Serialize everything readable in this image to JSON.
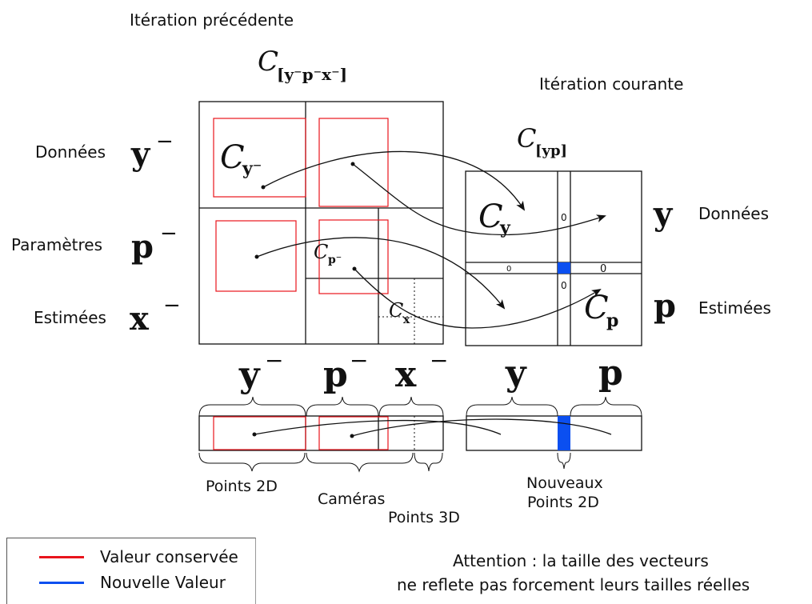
{
  "headers": {
    "previous_iteration": "Itération précédente",
    "current_iteration": "Itération courante"
  },
  "matrix_prev": {
    "title_main": "C",
    "title_sub": "[y⁻p⁻x⁻]",
    "block_y": "C",
    "block_y_sub": "y⁻",
    "block_p": "C",
    "block_p_sub": "p⁻",
    "block_x": "C",
    "block_x_sub": "x"
  },
  "matrix_curr": {
    "title_main": "C",
    "title_sub": "[yp]",
    "block_y": "C",
    "block_y_sub": "y",
    "block_p": "C",
    "block_p_sub": "p",
    "zero_top": "0",
    "zero_left": "0",
    "zero_right": "0",
    "zero_bottom": "0"
  },
  "left_labels": [
    {
      "text": "Données",
      "symbol": "y",
      "sup": "−"
    },
    {
      "text": "Paramètres",
      "symbol": "p",
      "sup": "−"
    },
    {
      "text": "Estimées",
      "symbol": "x",
      "sup": "−"
    }
  ],
  "right_labels": [
    {
      "text": "Données",
      "symbol": "y"
    },
    {
      "text": "Estimées",
      "symbol": "p"
    }
  ],
  "vector_prev_symbols": [
    {
      "symbol": "y",
      "sup": "−"
    },
    {
      "symbol": "p",
      "sup": "−"
    },
    {
      "symbol": "x",
      "sup": "−"
    }
  ],
  "vector_curr_symbols": [
    {
      "symbol": "y"
    },
    {
      "symbol": "p"
    }
  ],
  "brace_labels": {
    "points_2d": "Points 2D",
    "cameras": "Caméras",
    "points_3d": "Points 3D",
    "new_points_line1": "Nouveaux",
    "new_points_line2": "Points 2D"
  },
  "legend": {
    "items": [
      {
        "label": "Valeur conservée",
        "color": "#e8141c"
      },
      {
        "label": "Nouvelle Valeur",
        "color": "#0b4ff0"
      }
    ]
  },
  "note": {
    "line1": "Attention : la taille des vecteurs",
    "line2": "ne reflete pas forcement leurs tailles réelles"
  },
  "colors": {
    "kept": "#e8141c",
    "new": "#0b4ff0",
    "ink": "#111111"
  }
}
